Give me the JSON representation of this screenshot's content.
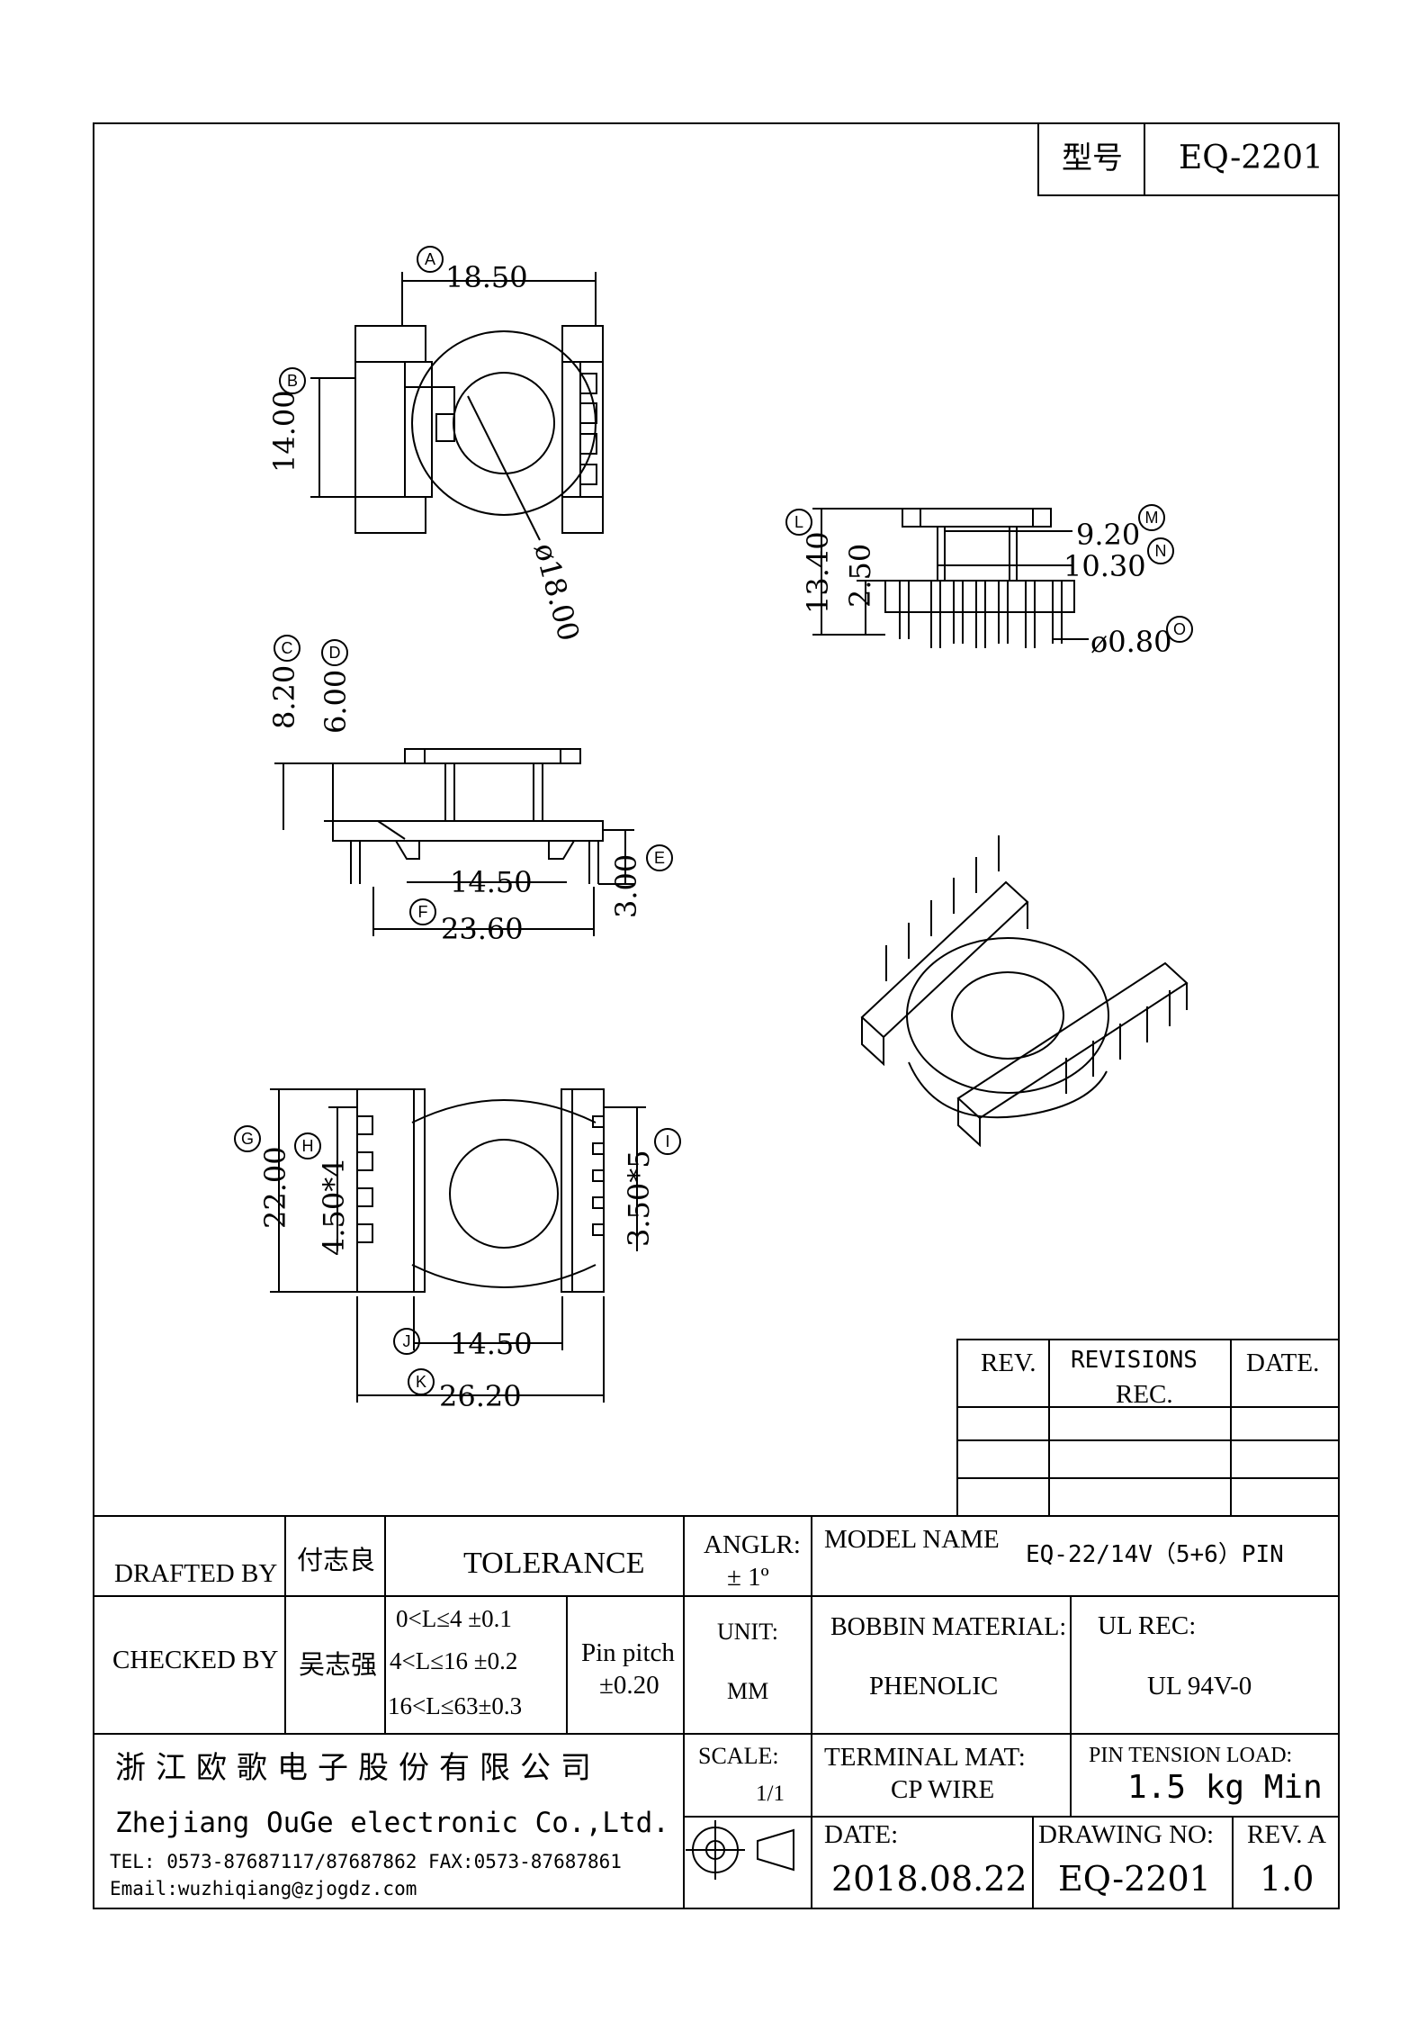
{
  "title_block": {
    "model_label": "型号",
    "model_value": "EQ-2201",
    "drafted_by_label": "DRAFTED BY",
    "drafted_by_name": "付志良",
    "checked_by_label": "CHECKED BY",
    "checked_by_name": "吴志强",
    "tolerance_label": "TOLERANCE",
    "tol_row1": "0<L≤4 ±0.1",
    "tol_row2": "4<L≤16 ±0.2",
    "tol_row3": "16<L≤63±0.3",
    "pin_pitch_label": "Pin pitch",
    "pin_pitch_value": "±0.20",
    "angle_label": "ANGLR:",
    "angle_value": "± 1º",
    "unit_label": "UNIT:",
    "unit_value": "MM",
    "scale_label": "SCALE:",
    "scale_value": "1/1",
    "model_name_label": "MODEL NAME",
    "model_name_value": "EQ-22/14V（5+6）PIN",
    "bobbin_material_label": "BOBBIN MATERIAL:",
    "bobbin_material_value": "PHENOLIC",
    "ul_rec_label": "UL REC:",
    "ul_rec_value": "UL 94V-0",
    "terminal_mat_label": "TERMINAL MAT:",
    "terminal_mat_value": "CP WIRE",
    "pin_tension_label": "PIN TENSION LOAD:",
    "pin_tension_value": "1.5 kg Min",
    "date_label": "DATE:",
    "date_value": "2018.08.22",
    "drawing_no_label": "DRAWING NO:",
    "drawing_no_value": "EQ-2201",
    "rev_label": "REV. A",
    "rev_value": "1.0",
    "company_cn": "浙江欧歌电子股份有限公司",
    "company_en": "Zhejiang OuGe electronic Co.,Ltd.",
    "contact_line": "TEL: 0573-87687117/87687862 FAX:0573-87687861",
    "email_line": "Email:wuzhiqiang@zjogdz.com"
  },
  "revisions": {
    "rev_col": "REV.",
    "revisions_col_line1": "REVISIONS",
    "revisions_col_line2": "REC.",
    "date_col": "DATE."
  },
  "dimensions": {
    "a": "18.50",
    "b": "14.00",
    "dia": "ø18.00",
    "c": "8.20",
    "d": "6.00",
    "e": "3.00",
    "f1": "14.50",
    "f2": "23.60",
    "g": "22.00",
    "h": "4.50*4",
    "i": "3.50*5",
    "j": "14.50",
    "k": "26.20",
    "l": "13.40",
    "l2": "2.50",
    "m": "9.20",
    "n": "10.30",
    "o": "ø0.80"
  },
  "markers": {
    "a": "A",
    "b": "B",
    "c": "C",
    "d": "D",
    "e": "E",
    "f": "F",
    "g": "G",
    "h": "H",
    "i": "I",
    "j": "J",
    "k": "K",
    "l": "L",
    "m": "M",
    "n": "N",
    "o": "O"
  }
}
